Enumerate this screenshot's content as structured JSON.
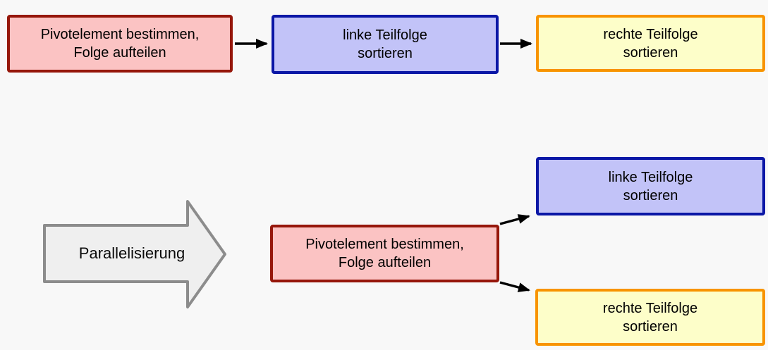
{
  "colors": {
    "background": "#F8F8F8",
    "pivot_fill": "#FBC3C3",
    "pivot_border": "#96170B",
    "left_sort_fill": "#C2C3F8",
    "left_sort_border": "#0B17A6",
    "right_sort_fill": "#FDFEC9",
    "right_sort_border": "#F89400",
    "connector": "#000000",
    "transition_arrow_fill": "#EFEFEF",
    "transition_arrow_border": "#8C8C8C"
  },
  "diagram": {
    "sequential": {
      "pivot": {
        "line1": "Pivotelement bestimmen,",
        "line2": "Folge aufteilen"
      },
      "left_sort": {
        "line1": "linke Teilfolge",
        "line2": "sortieren"
      },
      "right_sort": {
        "line1": "rechte Teilfolge",
        "line2": "sortieren"
      }
    },
    "transition_label": "Parallelisierung",
    "parallel": {
      "pivot": {
        "line1": "Pivotelement bestimmen,",
        "line2": "Folge aufteilen"
      },
      "left_sort": {
        "line1": "linke Teilfolge",
        "line2": "sortieren"
      },
      "right_sort": {
        "line1": "rechte Teilfolge",
        "line2": "sortieren"
      }
    }
  }
}
